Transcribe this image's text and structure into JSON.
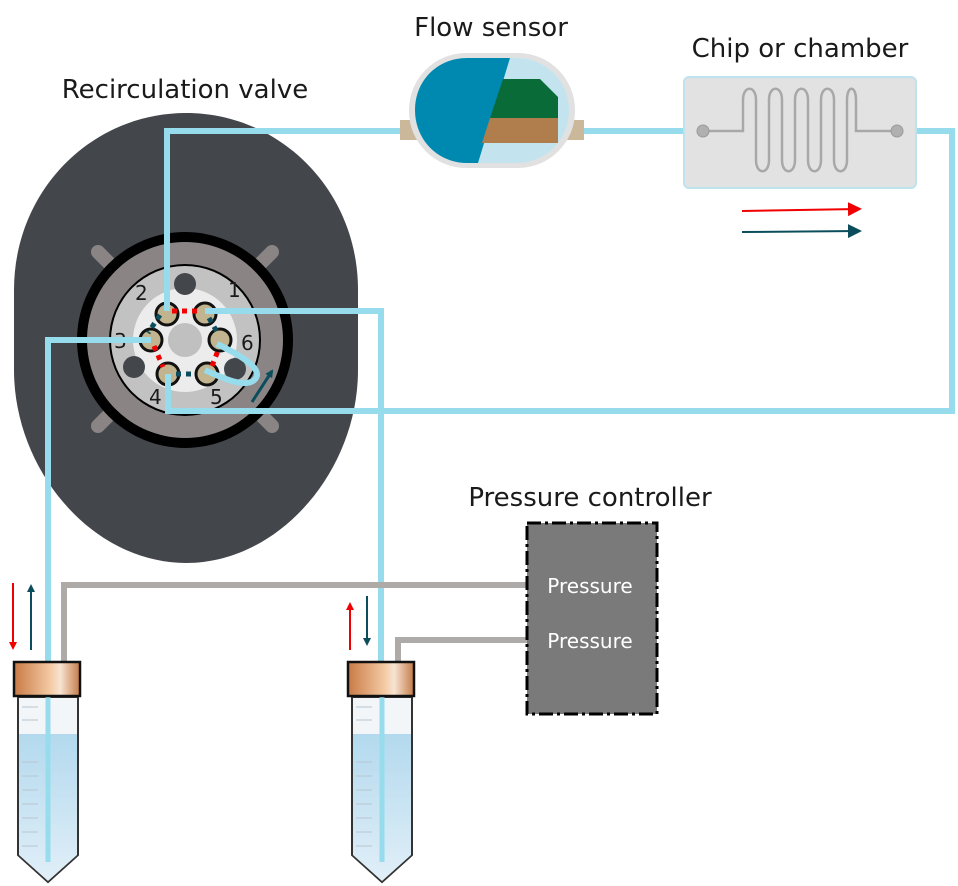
{
  "labels": {
    "flow_sensor": "Flow sensor",
    "chip": "Chip or chamber",
    "valve": "Recirculation valve",
    "pressure_controller": "Pressure controller"
  },
  "valve_ports": [
    "1",
    "2",
    "3",
    "4",
    "5",
    "6"
  ],
  "pressure_outputs": [
    "Pressure",
    "Pressure"
  ],
  "colors": {
    "tubing": "#96dcec",
    "air_line": "#aeaaa8",
    "valve_body": "#43474c",
    "flow_direction_a": "#f00000",
    "flow_direction_b": "#0b4d5c",
    "controller_fill": "#7a7a7a",
    "sensor_blue": "#0089b0",
    "sensor_green": "#086b38",
    "sensor_brown": "#b07d4c",
    "chip_fill": "#e2e2e2",
    "cap": "#c8875a"
  },
  "legend": {
    "direction_a": "red-arrow",
    "direction_b": "dark-teal-arrow"
  }
}
